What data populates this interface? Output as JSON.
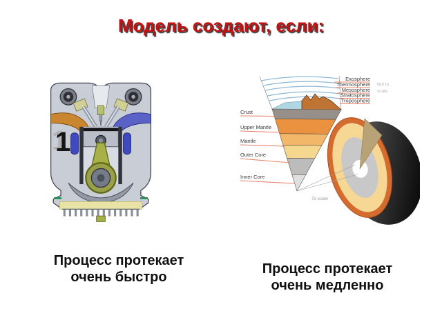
{
  "slide": {
    "title": "Модель создают, если:",
    "title_color": "#c41212",
    "background": "#ffffff"
  },
  "engine_figure": {
    "number_label": "1",
    "caption_line1": "Процесс протекает",
    "caption_line2": "очень быстро"
  },
  "earth_figure": {
    "caption_line1": "Процесс протекает",
    "caption_line2": "очень медленно",
    "atmosphere_labels": [
      "Exosphere",
      "Thermosphere",
      "Mesosphere",
      "Stratosphere",
      "Troposphere"
    ],
    "layer_labels": [
      "Crust",
      "Upper Mantle",
      "Mantle",
      "Outer Core",
      "Inner Core"
    ],
    "not_to_scale_line1": "Not to",
    "not_to_scale_line2": "scale",
    "to_scale": "To scale",
    "label_underline_color": "#e8826a"
  }
}
